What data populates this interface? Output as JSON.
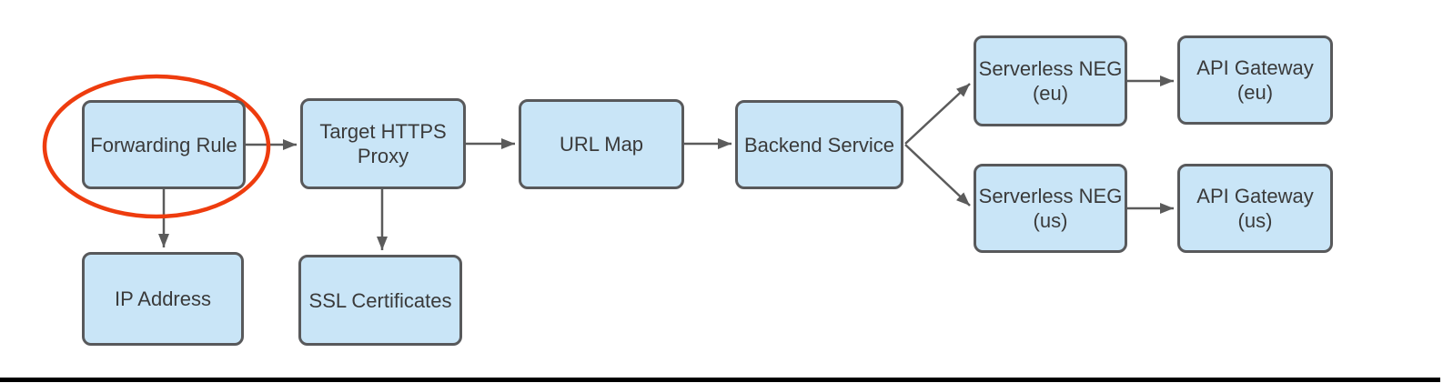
{
  "diagram": {
    "nodes": {
      "forwarding_rule": {
        "label": "Forwarding Rule"
      },
      "target_https_proxy": {
        "label": "Target HTTPS\nProxy"
      },
      "url_map": {
        "label": "URL Map"
      },
      "backend_service": {
        "label": "Backend Service"
      },
      "serverless_neg_eu": {
        "label": "Serverless NEG\n(eu)"
      },
      "api_gateway_eu": {
        "label": "API Gateway\n(eu)"
      },
      "serverless_neg_us": {
        "label": "Serverless NEG\n(us)"
      },
      "api_gateway_us": {
        "label": "API Gateway\n(us)"
      },
      "ip_address": {
        "label": "IP Address"
      },
      "ssl_certificates": {
        "label": "SSL Certificates"
      }
    },
    "edges": [
      {
        "from": "forwarding_rule",
        "to": "target_https_proxy"
      },
      {
        "from": "target_https_proxy",
        "to": "url_map"
      },
      {
        "from": "url_map",
        "to": "backend_service"
      },
      {
        "from": "backend_service",
        "to": "serverless_neg_eu"
      },
      {
        "from": "backend_service",
        "to": "serverless_neg_us"
      },
      {
        "from": "serverless_neg_eu",
        "to": "api_gateway_eu"
      },
      {
        "from": "serverless_neg_us",
        "to": "api_gateway_us"
      },
      {
        "from": "forwarding_rule",
        "to": "ip_address"
      },
      {
        "from": "target_https_proxy",
        "to": "ssl_certificates"
      }
    ],
    "annotation": {
      "shape": "ellipse",
      "highlights": "forwarding_rule",
      "color": "#ee3c0e"
    },
    "colors": {
      "node_fill": "#c9e5f7",
      "node_border": "#58595b",
      "connector": "#5b5b5b",
      "text": "#3a3a3a",
      "highlight": "#ee3c0e",
      "bottom_bar": "#000000"
    }
  }
}
